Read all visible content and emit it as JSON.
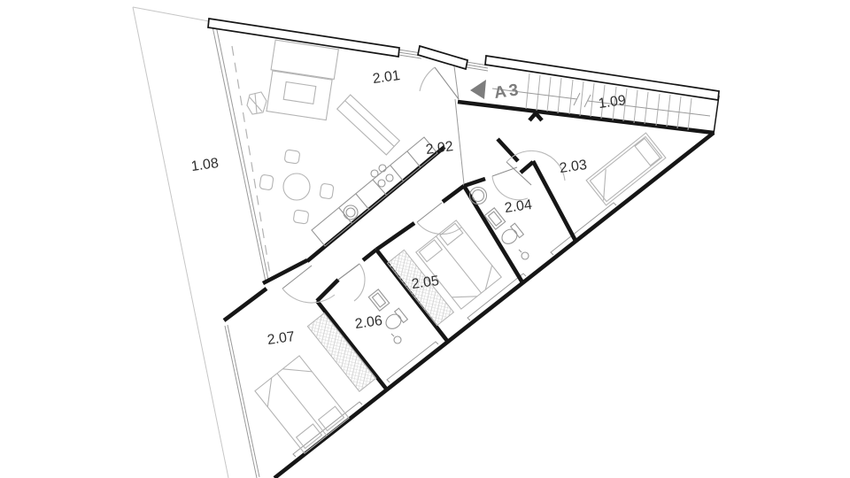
{
  "labels": {
    "room_2_01": "2.01",
    "room_2_02": "2.02",
    "room_2_03": "2.03",
    "room_2_04": "2.04",
    "room_2_05": "2.05",
    "room_2_06": "2.06",
    "room_2_07": "2.07",
    "area_1_08": "1.08",
    "stair_1_09": "1.09",
    "section_marker": "A3"
  },
  "colors": {
    "wall": "#161616",
    "furniture": "#b4b4b4",
    "marker_grey": "#7d7d7d",
    "label_ink": "#2e2e2e",
    "background": "#ffffff"
  }
}
